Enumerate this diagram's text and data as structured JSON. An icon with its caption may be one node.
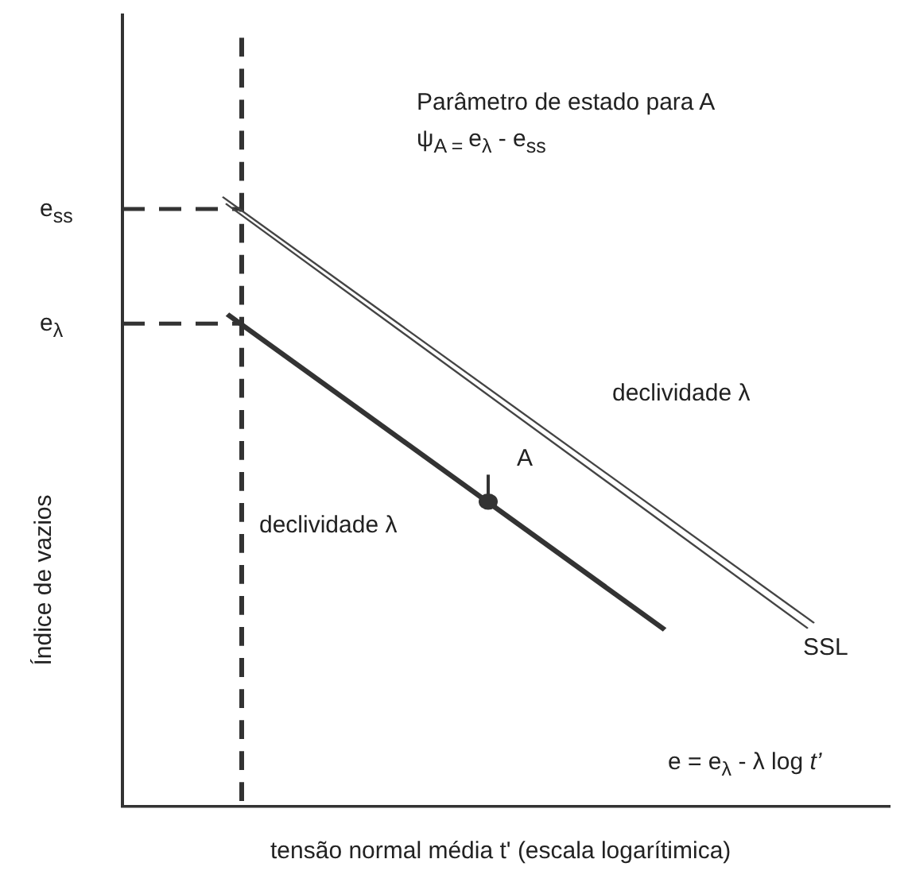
{
  "diagram": {
    "labels": [
      "Parâmetro de estado para A",
      "ψ$_{A = }$e$_{λ}$ - e$_{ss}$",
      "e$_{ss}$",
      "e$_{λ}$",
      "declividade λ",
      "A",
      "declividade λ",
      "SSL",
      "e = e$_{λ}$ - λ log *t’*",
      "Índice de vazios",
      "tensão normal média t' (escala logarítimica)"
    ]
  }
}
